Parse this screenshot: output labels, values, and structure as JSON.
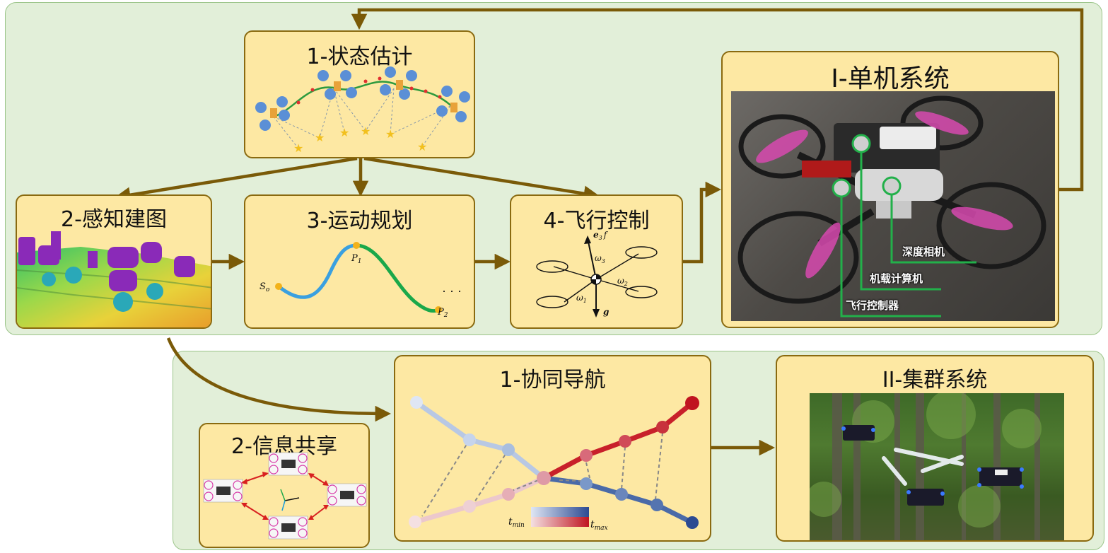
{
  "boxes": {
    "state_estimation": "1-状态估计",
    "perception_mapping": "2-感知建图",
    "motion_planning": "3-运动规划",
    "flight_control": "4-飞行控制",
    "single_system": "I-单机系统",
    "cooperative_navigation": "1-协同导航",
    "info_sharing": "2-信息共享",
    "swarm_system": "II-集群系统"
  },
  "drone_labels": {
    "depth_camera": "深度相机",
    "onboard_computer": "机载计算机",
    "flight_controller": "飞行控制器"
  },
  "planning_labels": {
    "start": "S",
    "start_sub": "o",
    "p1": "P",
    "p1_sub": "1",
    "p2": "P",
    "p2_sub": "2",
    "ellipsis": "· · ·"
  },
  "control_labels": {
    "thrust": "e",
    "thrust_sub": "3",
    "thrust_f": "f",
    "w1": "ω",
    "w1_sub": "1",
    "w2": "ω",
    "w2_sub": "2",
    "w3": "ω",
    "w3_sub": "3",
    "gravity": "g"
  },
  "colorbar": {
    "min_label": "t",
    "min_sub": "min",
    "max_label": "t",
    "max_sub": "max"
  },
  "colors": {
    "region_fill": "#e2efd9",
    "box_fill": "#fde8a3",
    "box_border": "#8a6a10",
    "arrow": "#7a5a08",
    "callout": "#2aa84a",
    "drone_blue": "#5b8fd6"
  }
}
